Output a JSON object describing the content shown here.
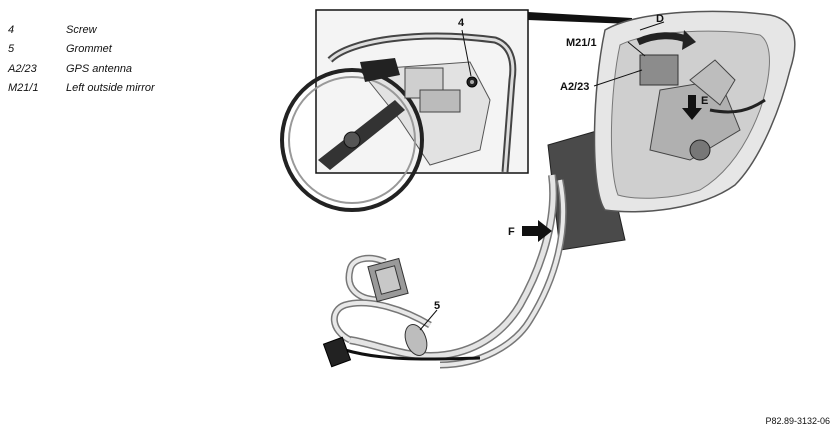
{
  "legend": [
    {
      "code": "4",
      "description": "Screw"
    },
    {
      "code": "5",
      "description": "Grommet"
    },
    {
      "code": "A2/23",
      "description": "GPS antenna"
    },
    {
      "code": "M21/1",
      "description": "Left outside mirror"
    }
  ],
  "callouts": {
    "screw": "4",
    "grommet": "5",
    "mirror": "M21/1",
    "gps_antenna": "A2/23",
    "view_d": "D",
    "view_e": "E",
    "view_f": "F"
  },
  "figure_ref": "P82.89-3132-06"
}
